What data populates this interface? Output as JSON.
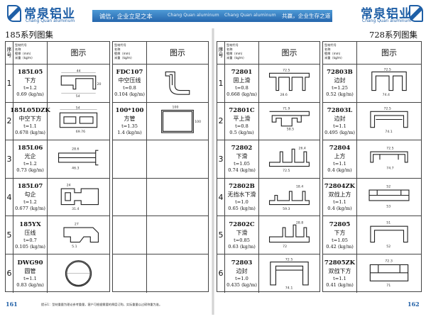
{
  "header": {
    "logo_cn": "常泉铝业",
    "logo_en": "Chang Quan aluminum",
    "slogan_left": "诚信，企业立足之本",
    "slogan_center_left": "Chang Quan aluminum",
    "slogan_center_right": "Chang Quan aluminum",
    "slogan_right": "共赢，企业生存之道",
    "band_color": "#2f74bd"
  },
  "left_page": {
    "title": "185系列图集",
    "page_number": "161",
    "header": {
      "seq": "序号",
      "field1": "型材代号",
      "field2": "名称",
      "field3": "壁厚（mm）",
      "field4": "米重（kg/m）",
      "picture": "图示"
    },
    "col1": [
      {
        "seq": "1",
        "code": "185L05",
        "name": "下方",
        "thickness": "t=1.2",
        "weight": "0.69 (kg/m)",
        "icon": "profile-bottom-square"
      },
      {
        "seq": "2",
        "code": "185L05DZK",
        "name": "中空下方",
        "thickness": "t=1.1",
        "weight": "0.678 (kg/m)",
        "icon": "profile-hollow-bottom-square"
      },
      {
        "seq": "3",
        "code": "185L06",
        "name": "光企",
        "thickness": "t=1.2",
        "weight": "0.73 (kg/m)",
        "icon": "profile-light-mullion"
      },
      {
        "seq": "4",
        "code": "185L07",
        "name": "勾企",
        "thickness": "t=1.2",
        "weight": "0.677 (kg/m)",
        "icon": "profile-hook-mullion"
      },
      {
        "seq": "5",
        "code": "185YX",
        "name": "压线",
        "thickness": "t=0.7",
        "weight": "0.105 (kg/m)",
        "icon": "profile-bead"
      },
      {
        "seq": "6",
        "code": "DWG90",
        "name": "圆管",
        "thickness": "t=1.1",
        "weight": "0.83 (kg/m)",
        "icon": "profile-round-tube"
      }
    ],
    "col2": [
      {
        "code": "FDC107",
        "name": "中空压线",
        "thickness": "t=0.8",
        "weight": "0.104 (kg/m)",
        "icon": "profile-hollow-bead"
      },
      {
        "code": "100*100",
        "name": "方管",
        "thickness": "t=1.35",
        "weight": "1.4 (kg/m)",
        "icon": "profile-square-tube"
      },
      {
        "code": "",
        "name": "",
        "thickness": "",
        "weight": ""
      },
      {
        "code": "",
        "name": "",
        "thickness": "",
        "weight": ""
      },
      {
        "code": "",
        "name": "",
        "thickness": "",
        "weight": ""
      },
      {
        "code": "",
        "name": "",
        "thickness": "",
        "weight": ""
      }
    ]
  },
  "right_page": {
    "title": "728系列图集",
    "page_number": "162",
    "header": {
      "seq": "序号",
      "field1": "型材代号",
      "field2": "名称",
      "field3": "壁厚（mm）",
      "field4": "米重（kg/m）",
      "picture": "图示"
    },
    "col1": [
      {
        "seq": "1",
        "code": "72801",
        "name": "固上滑",
        "thickness": "t=0.8",
        "weight": "0.668 (kg/m)",
        "icon": "profile-fixed-top-track"
      },
      {
        "seq": "2",
        "code": "72801C",
        "name": "平上滑",
        "thickness": "t=0.8",
        "weight": "0.5 (kg/m)",
        "icon": "profile-flat-top-track"
      },
      {
        "seq": "3",
        "code": "72802",
        "name": "下滑",
        "thickness": "t=1.05",
        "weight": "0.74 (kg/m)",
        "icon": "profile-bottom-track"
      },
      {
        "seq": "4",
        "code": "72802B",
        "name": "无挡水下滑",
        "thickness": "t=1.0",
        "weight": "0.65 (kg/m)",
        "icon": "profile-bottom-track-no-stop"
      },
      {
        "seq": "5",
        "code": "72802C",
        "name": "下滑",
        "thickness": "t=0.85",
        "weight": "0.63 (kg/m)",
        "icon": "profile-bottom-track-c"
      },
      {
        "seq": "6",
        "code": "72803",
        "name": "边封",
        "thickness": "t=1.0",
        "weight": "0.435 (kg/m)",
        "icon": "profile-side-seal"
      }
    ],
    "col2": [
      {
        "code": "72803B",
        "name": "边封",
        "thickness": "t=1.25",
        "weight": "0.52 (kg/m)",
        "icon": "profile-side-seal-b"
      },
      {
        "code": "72803L",
        "name": "边封",
        "thickness": "t=1.1",
        "weight": "0.495 (kg/m)",
        "icon": "profile-side-seal-l"
      },
      {
        "code": "72804",
        "name": "上方",
        "thickness": "t=1.1",
        "weight": "0.4 (kg/m)",
        "icon": "profile-top-square"
      },
      {
        "code": "72804ZK",
        "name": "双戗上方",
        "thickness": "t=1.1",
        "weight": "0.4 (kg/m)",
        "icon": "profile-double-top-square"
      },
      {
        "code": "72805",
        "name": "下方",
        "thickness": "t=1.05",
        "weight": "0.42 (kg/m)",
        "icon": "profile-bottom-square-728"
      },
      {
        "code": "72805ZK",
        "name": "双戗下方",
        "thickness": "t=1.1",
        "weight": "0.41 (kg/m)",
        "icon": "profile-double-bottom-square"
      }
    ]
  },
  "footer_note": "提示1：型材重量为理论参考重量，客户可根据需要的厚度订购，实际重量以过磅称重为准。"
}
